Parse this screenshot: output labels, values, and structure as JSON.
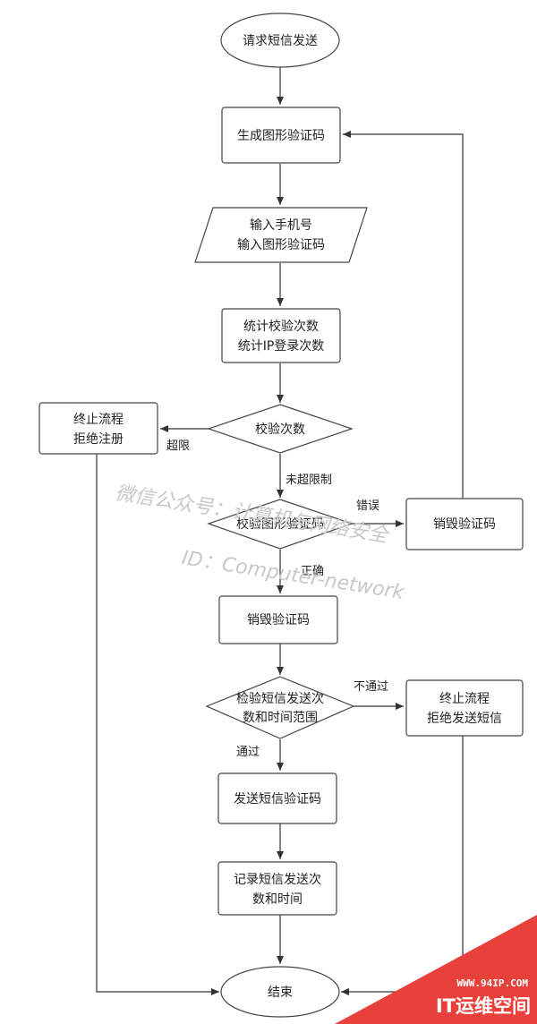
{
  "nodes": {
    "start": "请求短信发送",
    "gen_captcha": "生成图形验证码",
    "input_line1": "输入手机号",
    "input_line2": "输入图形验证码",
    "count_line1": "统计校验次数",
    "count_line2": "统计IP登录次数",
    "check_count": "校验次数",
    "stop_register_line1": "终止流程",
    "stop_register_line2": "拒绝注册",
    "verify_captcha": "校验图形验证码",
    "destroy_right": "销毁验证码",
    "destroy_center": "销毁验证码",
    "check_sms_line1": "检验短信发送次",
    "check_sms_line2": "数和时间范围",
    "stop_sms_line1": "终止流程",
    "stop_sms_line2": "拒绝发送短信",
    "send_sms": "发送短信验证码",
    "record_line1": "记录短信发送次",
    "record_line2": "数和时间",
    "end": "结束"
  },
  "edge_labels": {
    "exceed": "超限",
    "not_exceed": "未超限制",
    "wrong": "错误",
    "correct": "正确",
    "fail": "不通过",
    "pass": "通过"
  },
  "watermark": {
    "line1": "微信公众号：计算机与网络安全",
    "line2": "ID：Computer-network"
  },
  "corner_badge": {
    "url": "WWW.94IP.COM",
    "brand": "IT运维空间",
    "color": "#e8403a"
  },
  "colors": {
    "stroke": "#444444",
    "fill": "#ffffff",
    "watermark": "#c8c8c8"
  }
}
